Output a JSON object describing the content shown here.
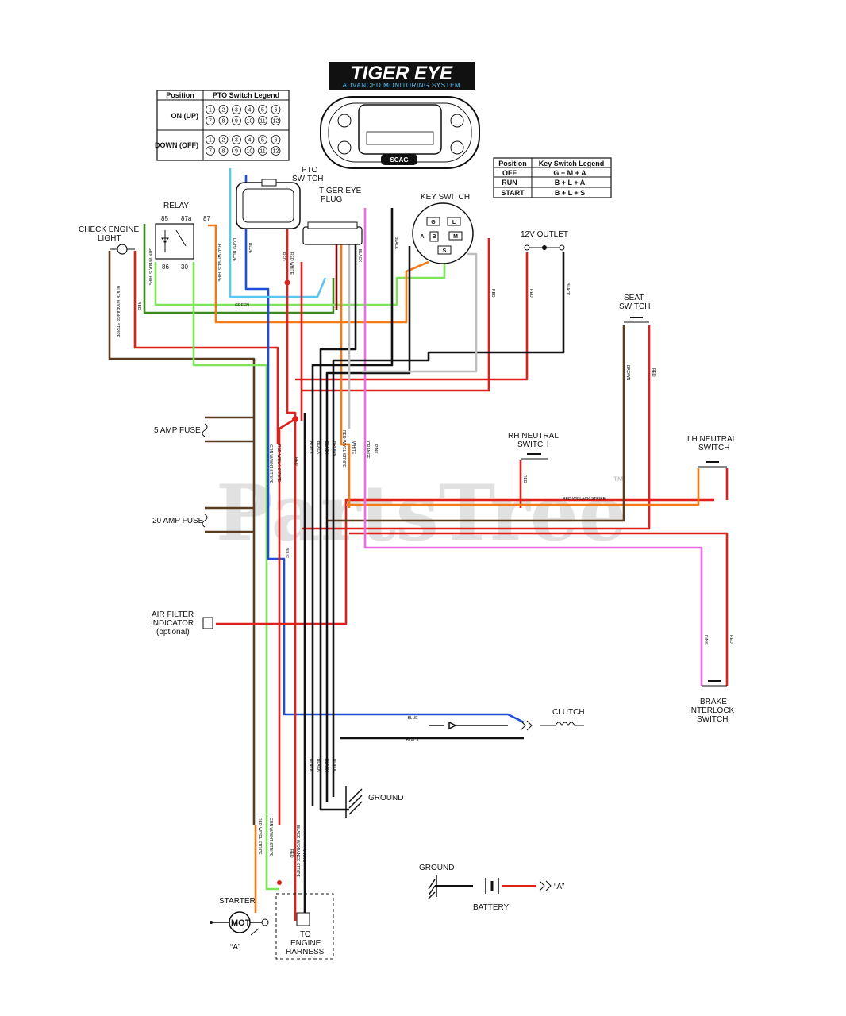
{
  "logo": {
    "title": "TIGER EYE",
    "subtitle": "ADVANCED MONITORING SYSTEM",
    "brand": "SCAG",
    "colors": {
      "panel": "#111111",
      "accent": "#4fc3f7"
    }
  },
  "pto_legend": {
    "headers": [
      "Position",
      "PTO Switch Legend"
    ],
    "rows": [
      {
        "position": "ON (UP)",
        "pins": [
          "1",
          "2",
          "3",
          "4",
          "5",
          "6",
          "7",
          "8",
          "9",
          "10",
          "11",
          "12"
        ]
      },
      {
        "position": "DOWN (OFF)",
        "pins": [
          "1",
          "2",
          "3",
          "4",
          "5",
          "6",
          "7",
          "8",
          "9",
          "10",
          "11",
          "12"
        ]
      }
    ]
  },
  "key_legend": {
    "headers": [
      "Position",
      "Key Switch Legend"
    ],
    "rows": [
      {
        "position": "OFF",
        "legend": "G + M + A"
      },
      {
        "position": "RUN",
        "legend": "B + L + A"
      },
      {
        "position": "START",
        "legend": "B + L + S"
      }
    ]
  },
  "components": {
    "pto_switch": "PTO\nSWITCH",
    "tiger_eye_plug": "TIGER EYE\nPLUG",
    "key_switch": "KEY SWITCH",
    "relay": "RELAY",
    "relay_pins": [
      "85",
      "87a",
      "87",
      "86",
      "30"
    ],
    "check_engine_light": "CHECK ENGINE\nLIGHT",
    "outlet_12v": "12V OUTLET",
    "seat_switch": "SEAT\nSWITCH",
    "rh_neutral_switch": "RH NEUTRAL\nSWITCH",
    "lh_neutral_switch": "LH NEUTRAL\nSWITCH",
    "fuse_5": "5 AMP FUSE",
    "fuse_20": "20 AMP FUSE",
    "air_filter": "AIR FILTER\nINDICATOR\n(optional)",
    "brake_interlock": "BRAKE\nINTERLOCK\nSWITCH",
    "clutch": "CLUTCH",
    "ground_main": "GROUND",
    "ground_battery": "GROUND",
    "battery": "BATTERY",
    "battery_ref": "“A”",
    "starter": "STARTER",
    "starter_motor": "MOT",
    "starter_ref": "“A”",
    "engine_harness": "TO\nENGINE\nHARNESS",
    "key_pins": [
      "G",
      "L",
      "A",
      "B",
      "M",
      "S"
    ]
  },
  "wire_labels": {
    "green": "GREEN",
    "grn_wblk": "GRN W/BLK STRIPE",
    "red_wyel": "RED W/YEL STRIPE",
    "blue": "BLUE",
    "light_blue": "LIGHT BLUE",
    "red": "RED",
    "red_white": "RED WHITE",
    "white": "WHITE",
    "black": "BLACK",
    "black_worange": "BLACK W/ORANGE STRIPE",
    "brown": "BROWN",
    "red_wblack": "RED W/BLACK STRIPE",
    "orange": "ORANGE",
    "pink": "PINK",
    "red_wblk_stripe": "RED W/BLK STRIPE",
    "grn_wht": "GRN W/WHT STRIPE",
    "white_stripe": "WHITE STRIPE",
    "black_worg": "BLACK W/ORANGE STRIPE"
  },
  "watermark": "PartsTree",
  "watermark_tm": "™",
  "wire_colors": {
    "red": "#e0201b",
    "black": "#111111",
    "blue": "#1f4fd8",
    "light_blue": "#5bc6f2",
    "green": "#3a8a1f",
    "light_green": "#7ce35a",
    "orange": "#f47a17",
    "pink": "#ee6be6",
    "brown": "#5a3d1e",
    "white": "#bdbdbd"
  }
}
